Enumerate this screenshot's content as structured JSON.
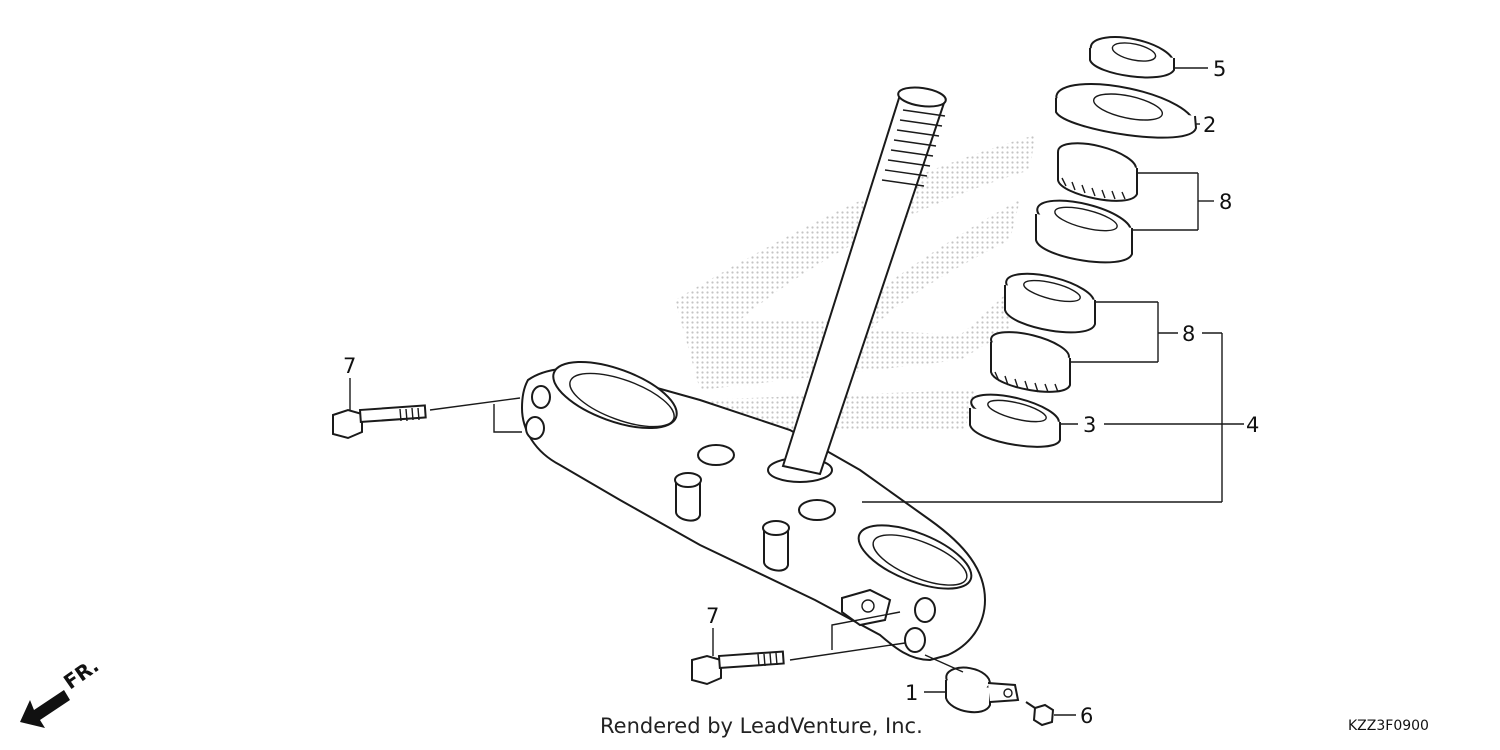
{
  "callouts": {
    "c1": "1",
    "c2": "2",
    "c3": "3",
    "c4": "4",
    "c5": "5",
    "c6": "6",
    "c7_top": "7",
    "c7_bottom": "7",
    "c8_top": "8",
    "c8_mid": "8"
  },
  "footer": {
    "credit": "Rendered by LeadVenture, Inc.",
    "diagram_code": "KZZ3F0900"
  },
  "direction": {
    "label": "FR."
  },
  "colors": {
    "line": "#1a1a1a",
    "watermark": "#c4c4c4",
    "background": "#ffffff"
  }
}
